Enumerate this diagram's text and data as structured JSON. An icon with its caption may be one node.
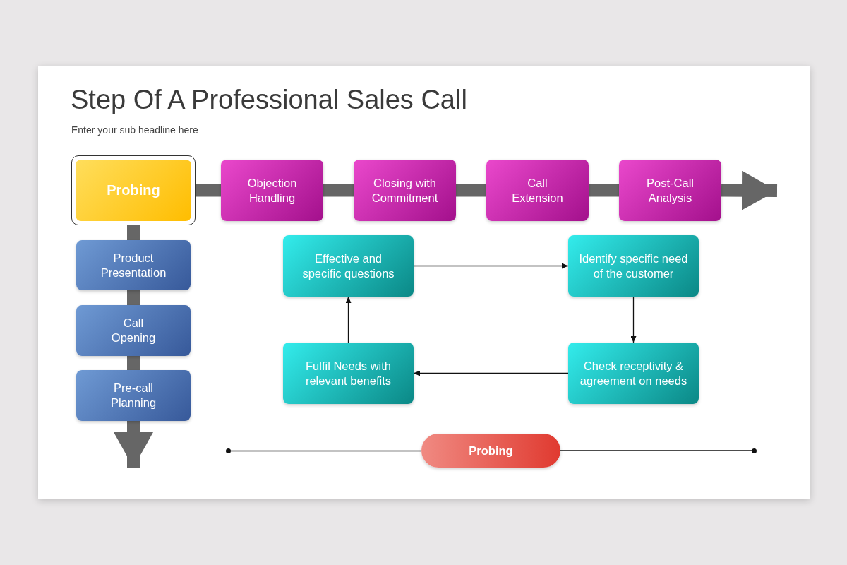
{
  "diagram": {
    "title": "Step Of A Professional Sales Call",
    "caption": "Enter your sub headline here",
    "nodes": [
      {
        "text": [
          "Probing"
        ]
      },
      {
        "text": [
          "Objection Handling"
        ]
      },
      {
        "text": [
          "Closing with Commitment"
        ]
      },
      {
        "text": [
          "Call Extension"
        ]
      },
      {
        "text": [
          "Post-Call Analysis"
        ]
      },
      {
        "text": [
          "Product Presentation"
        ]
      },
      {
        "text": [
          "Call Opening"
        ]
      },
      {
        "text": [
          "Pre-call Planning"
        ]
      },
      {
        "text": [
          "Effective and specific questions"
        ]
      },
      {
        "text": [
          "Identify specific need of the customer"
        ]
      },
      {
        "text": [
          "Fulfil Needs with relevant benefits"
        ]
      },
      {
        "text": [
          "Check receptivity & agreement on needs"
        ]
      },
      {
        "text": [
          "Probing"
        ]
      },
      {
        "text": [],
        "shape": "circle"
      },
      {
        "text": [],
        "shape": "circle"
      }
    ],
    "edges": [
      {
        "from": 0,
        "to": 1,
        "arrow": "none"
      },
      {
        "from": 1,
        "to": 2,
        "arrow": "none"
      },
      {
        "from": 2,
        "to": 3,
        "arrow": "none"
      },
      {
        "from": 3,
        "to": 4,
        "arrow": "none"
      },
      {
        "from": 4,
        "to": null,
        "arrow": "to"
      },
      {
        "from": 0,
        "to": 5,
        "arrow": "none"
      },
      {
        "from": 5,
        "to": 6,
        "arrow": "none"
      },
      {
        "from": 6,
        "to": 7,
        "arrow": "none"
      },
      {
        "from": 7,
        "to": null,
        "arrow": "to"
      },
      {
        "from": 8,
        "to": 9,
        "arrow": "to",
        "color": "#111111"
      },
      {
        "from": 9,
        "to": 11,
        "arrow": "to",
        "color": "#111111"
      },
      {
        "from": 11,
        "to": 10,
        "arrow": "to",
        "color": "#111111"
      },
      {
        "from": 10,
        "to": 8,
        "arrow": "to",
        "color": "#111111"
      },
      {
        "from": 13,
        "to": 12,
        "arrow": "none",
        "color": "#111111"
      },
      {
        "from": 12,
        "to": 14,
        "arrow": "none",
        "color": "#111111"
      }
    ]
  }
}
